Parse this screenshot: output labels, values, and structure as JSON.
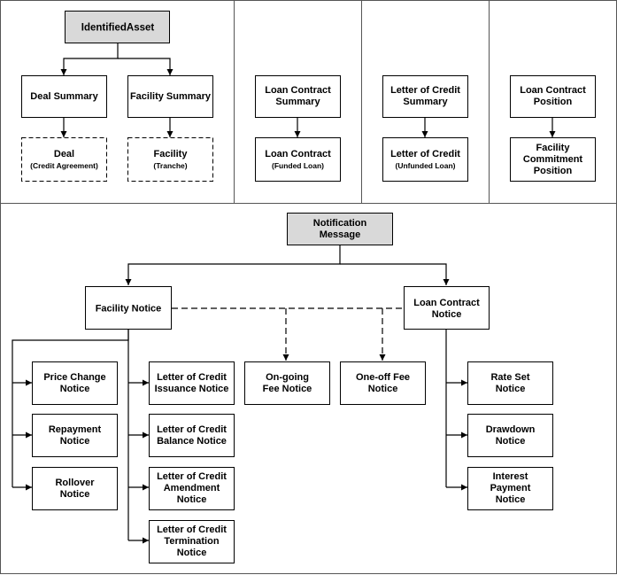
{
  "top_panel": {
    "identified_asset": "IdentifiedAsset",
    "deal_summary": "Deal Summary",
    "facility_summary": "Facility Summary",
    "deal": {
      "title": "Deal",
      "subtitle": "(Credit Agreement)"
    },
    "facility": {
      "title": "Facility",
      "subtitle": "(Tranche)"
    },
    "loan_contract_summary": [
      "Loan Contract",
      "Summary"
    ],
    "loan_contract": {
      "title": "Loan Contract",
      "subtitle": "(Funded Loan)"
    },
    "letter_of_credit_summary": [
      "Letter of Credit",
      "Summary"
    ],
    "letter_of_credit": {
      "title": "Letter of Credit",
      "subtitle": "(Unfunded Loan)"
    },
    "loan_contract_position": [
      "Loan Contract",
      "Position"
    ],
    "facility_commitment_position": [
      "Facility",
      "Commitment",
      "Position"
    ]
  },
  "bottom_panel": {
    "notification_message": [
      "Notification",
      "Message"
    ],
    "facility_notice": "Facility Notice",
    "loan_contract_notice": [
      "Loan Contract",
      "Notice"
    ],
    "ongoing_fee_notice": [
      "On-going",
      "Fee Notice"
    ],
    "oneoff_fee_notice": [
      "One-off Fee",
      "Notice"
    ],
    "price_change_notice": [
      "Price Change",
      "Notice"
    ],
    "repayment_notice": [
      "Repayment",
      "Notice"
    ],
    "rollover_notice": [
      "Rollover",
      "Notice"
    ],
    "lc_issuance_notice": [
      "Letter of Credit",
      "Issuance Notice"
    ],
    "lc_balance_notice": [
      "Letter of Credit",
      "Balance Notice"
    ],
    "lc_amendment_notice": [
      "Letter of Credit",
      "Amendment",
      "Notice"
    ],
    "lc_termination_notice": [
      "Letter of Credit",
      "Termination",
      "Notice"
    ],
    "rate_set_notice": [
      "Rate Set",
      "Notice"
    ],
    "drawdown_notice": [
      "Drawdown",
      "Notice"
    ],
    "interest_payment_notice": [
      "Interest",
      "Payment",
      "Notice"
    ]
  },
  "colors": {
    "root_fill": "#d9d9d9",
    "box_fill": "#ffffff",
    "stroke": "#000000",
    "frame": "#555555"
  }
}
